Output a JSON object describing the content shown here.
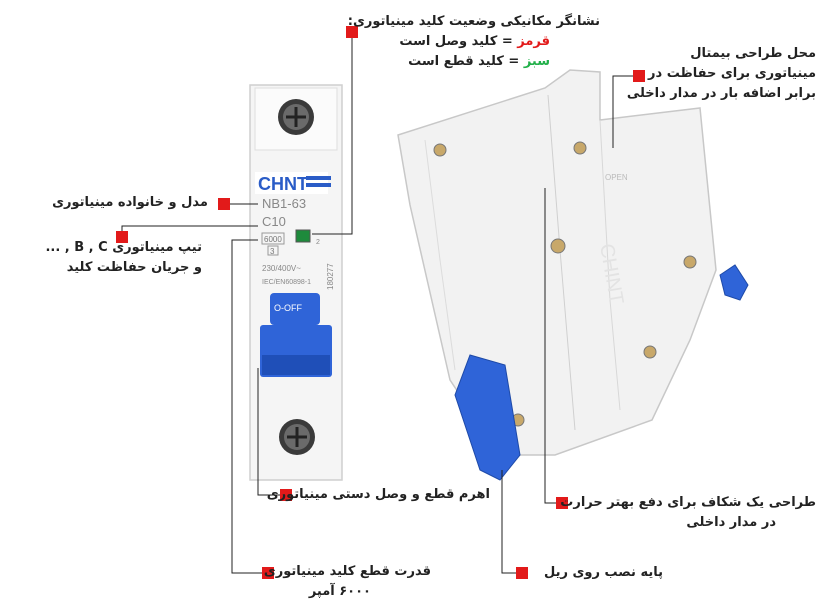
{
  "device": {
    "brand": "CHNT",
    "model": "NB1-63",
    "curve_rating": "C10",
    "breaking_capacity": "6000",
    "class": "3",
    "voltage": "230/400V~",
    "standard": "IEC/EN60898-1",
    "serial": "180277",
    "off_label": "O-OFF",
    "pole_mark": "2",
    "side_brand": "CHINT",
    "side_open": "OPEN"
  },
  "labels": {
    "indicator_title": "نشانگر مکانیکی وضعیت کلید مینیاتوری:",
    "indicator_red_word": "قرمز",
    "indicator_red_rest": " = کلید وصل است",
    "indicator_green_word": "سبز",
    "indicator_green_rest": " = کلید قطع است",
    "bimetal_line1": "محل طراحی بیمتال",
    "bimetal_line2": "مینیاتوری برای حفاظت در",
    "bimetal_line3": "برابر اضافه بار در مدار داخلی",
    "model_family": "مدل و خانواده مینیاتوری",
    "type_line1": "تیپ مینیاتوری B , C , ...",
    "type_line2": "و جریان حفاظت کلید",
    "lever": "اهرم قطع و وصل دستی مینیاتوری",
    "heat_line1": "طراحی یک شکاف برای دفع بهتر حرارت",
    "heat_line2": "در مدار داخلی",
    "capacity_line1": "قدرت قطع کلید مینیاتوری",
    "capacity_line2": "۶۰۰۰ آمپر",
    "rail": "پایه نصب روی ریل"
  },
  "colors": {
    "marker": "#e21a1a",
    "lever_blue": "#2f64d8",
    "body_white": "#f4f4f4",
    "indicator_green": "#1e8a3c",
    "text_red": "#e21a1a",
    "text_green": "#22b04a"
  }
}
